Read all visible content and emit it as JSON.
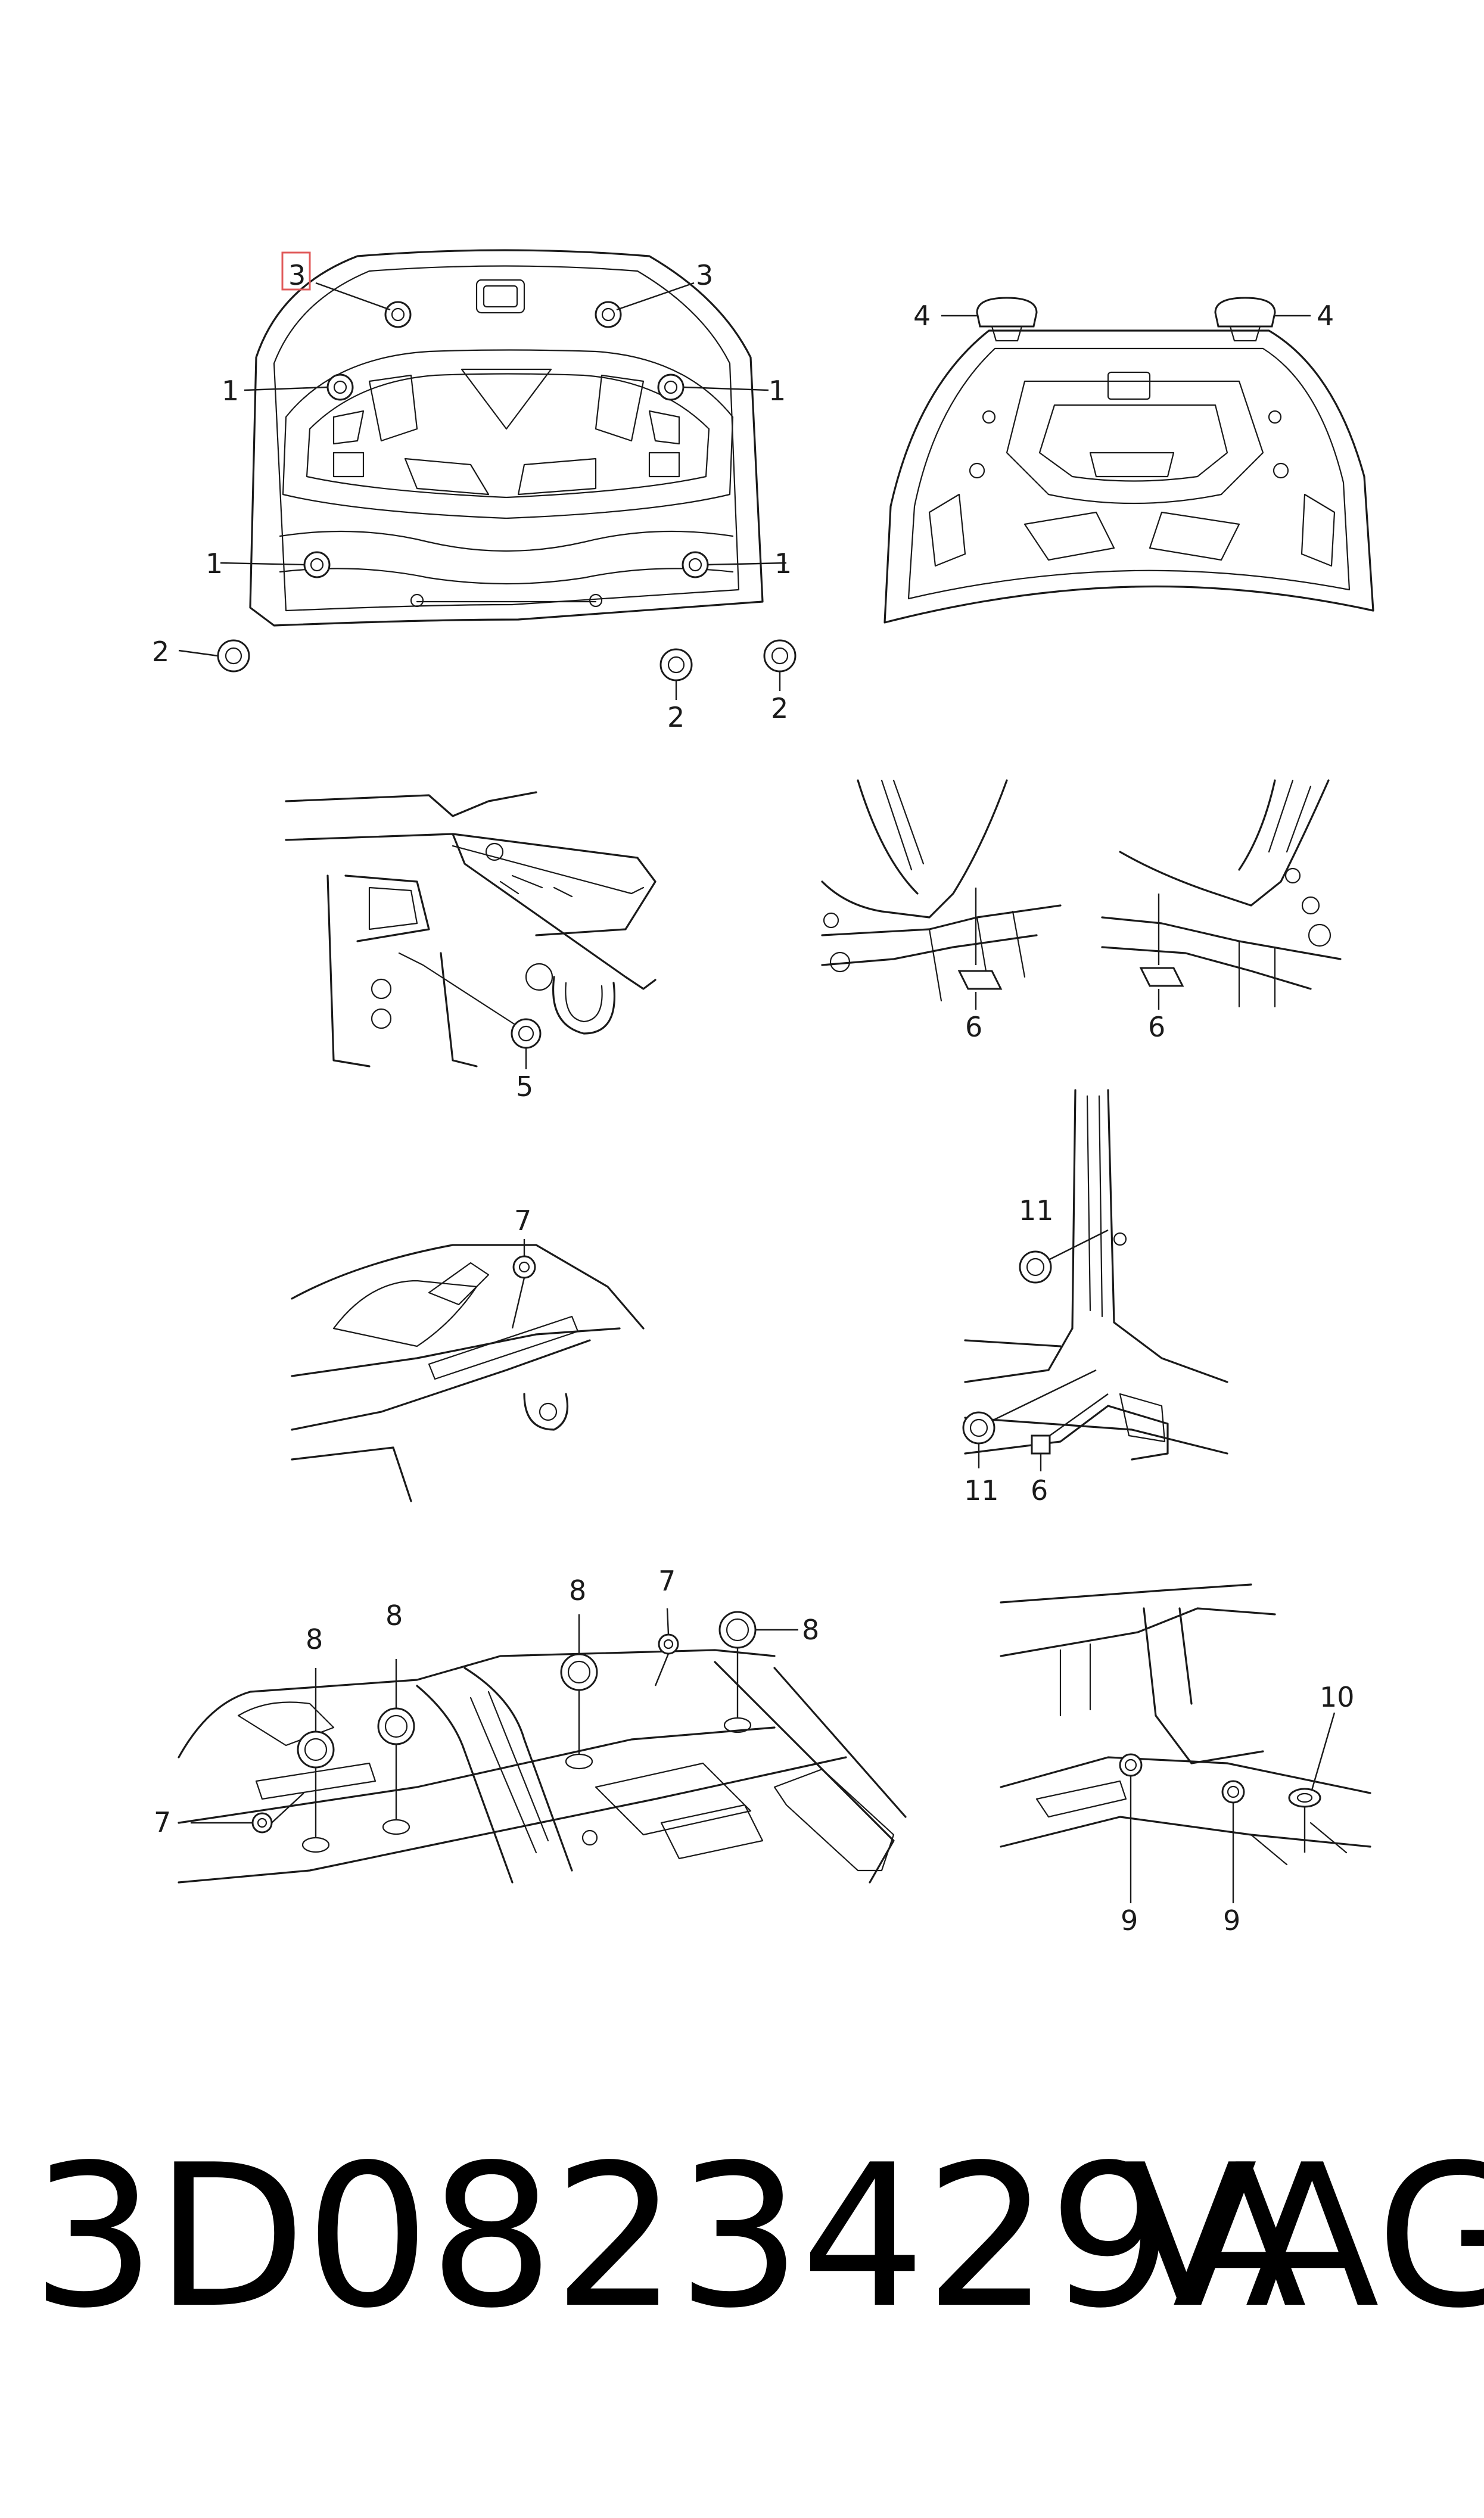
{
  "callouts": [
    {
      "id": "c3h",
      "text": "3"
    },
    {
      "id": "c3b",
      "text": "3"
    },
    {
      "id": "c1a",
      "text": "1"
    },
    {
      "id": "c1b",
      "text": "1"
    },
    {
      "id": "c1c",
      "text": "1"
    },
    {
      "id": "c1d",
      "text": "1"
    },
    {
      "id": "c2a",
      "text": "2"
    },
    {
      "id": "c2b",
      "text": "2"
    },
    {
      "id": "c2c",
      "text": "2"
    },
    {
      "id": "c4a",
      "text": "4"
    },
    {
      "id": "c4b",
      "text": "4"
    },
    {
      "id": "c5",
      "text": "5"
    },
    {
      "id": "c6a",
      "text": "6"
    },
    {
      "id": "c6b",
      "text": "6"
    },
    {
      "id": "c6c",
      "text": "6"
    },
    {
      "id": "c7a",
      "text": "7"
    },
    {
      "id": "c7b",
      "text": "7"
    },
    {
      "id": "c7c",
      "text": "7"
    },
    {
      "id": "c11a",
      "text": "11"
    },
    {
      "id": "c11b",
      "text": "11"
    },
    {
      "id": "c8a",
      "text": "8"
    },
    {
      "id": "c8b",
      "text": "8"
    },
    {
      "id": "c8c",
      "text": "8"
    },
    {
      "id": "c8d",
      "text": "8"
    },
    {
      "id": "c9a",
      "text": "9"
    },
    {
      "id": "c9b",
      "text": "9"
    },
    {
      "id": "c10",
      "text": "10"
    }
  ],
  "highlighted_callout": "3",
  "part_number": "3D0823429A",
  "brand": "VAG",
  "colors": {
    "line": "#1a1a1a",
    "highlight": "#e05a5a",
    "background": "#ffffff"
  }
}
